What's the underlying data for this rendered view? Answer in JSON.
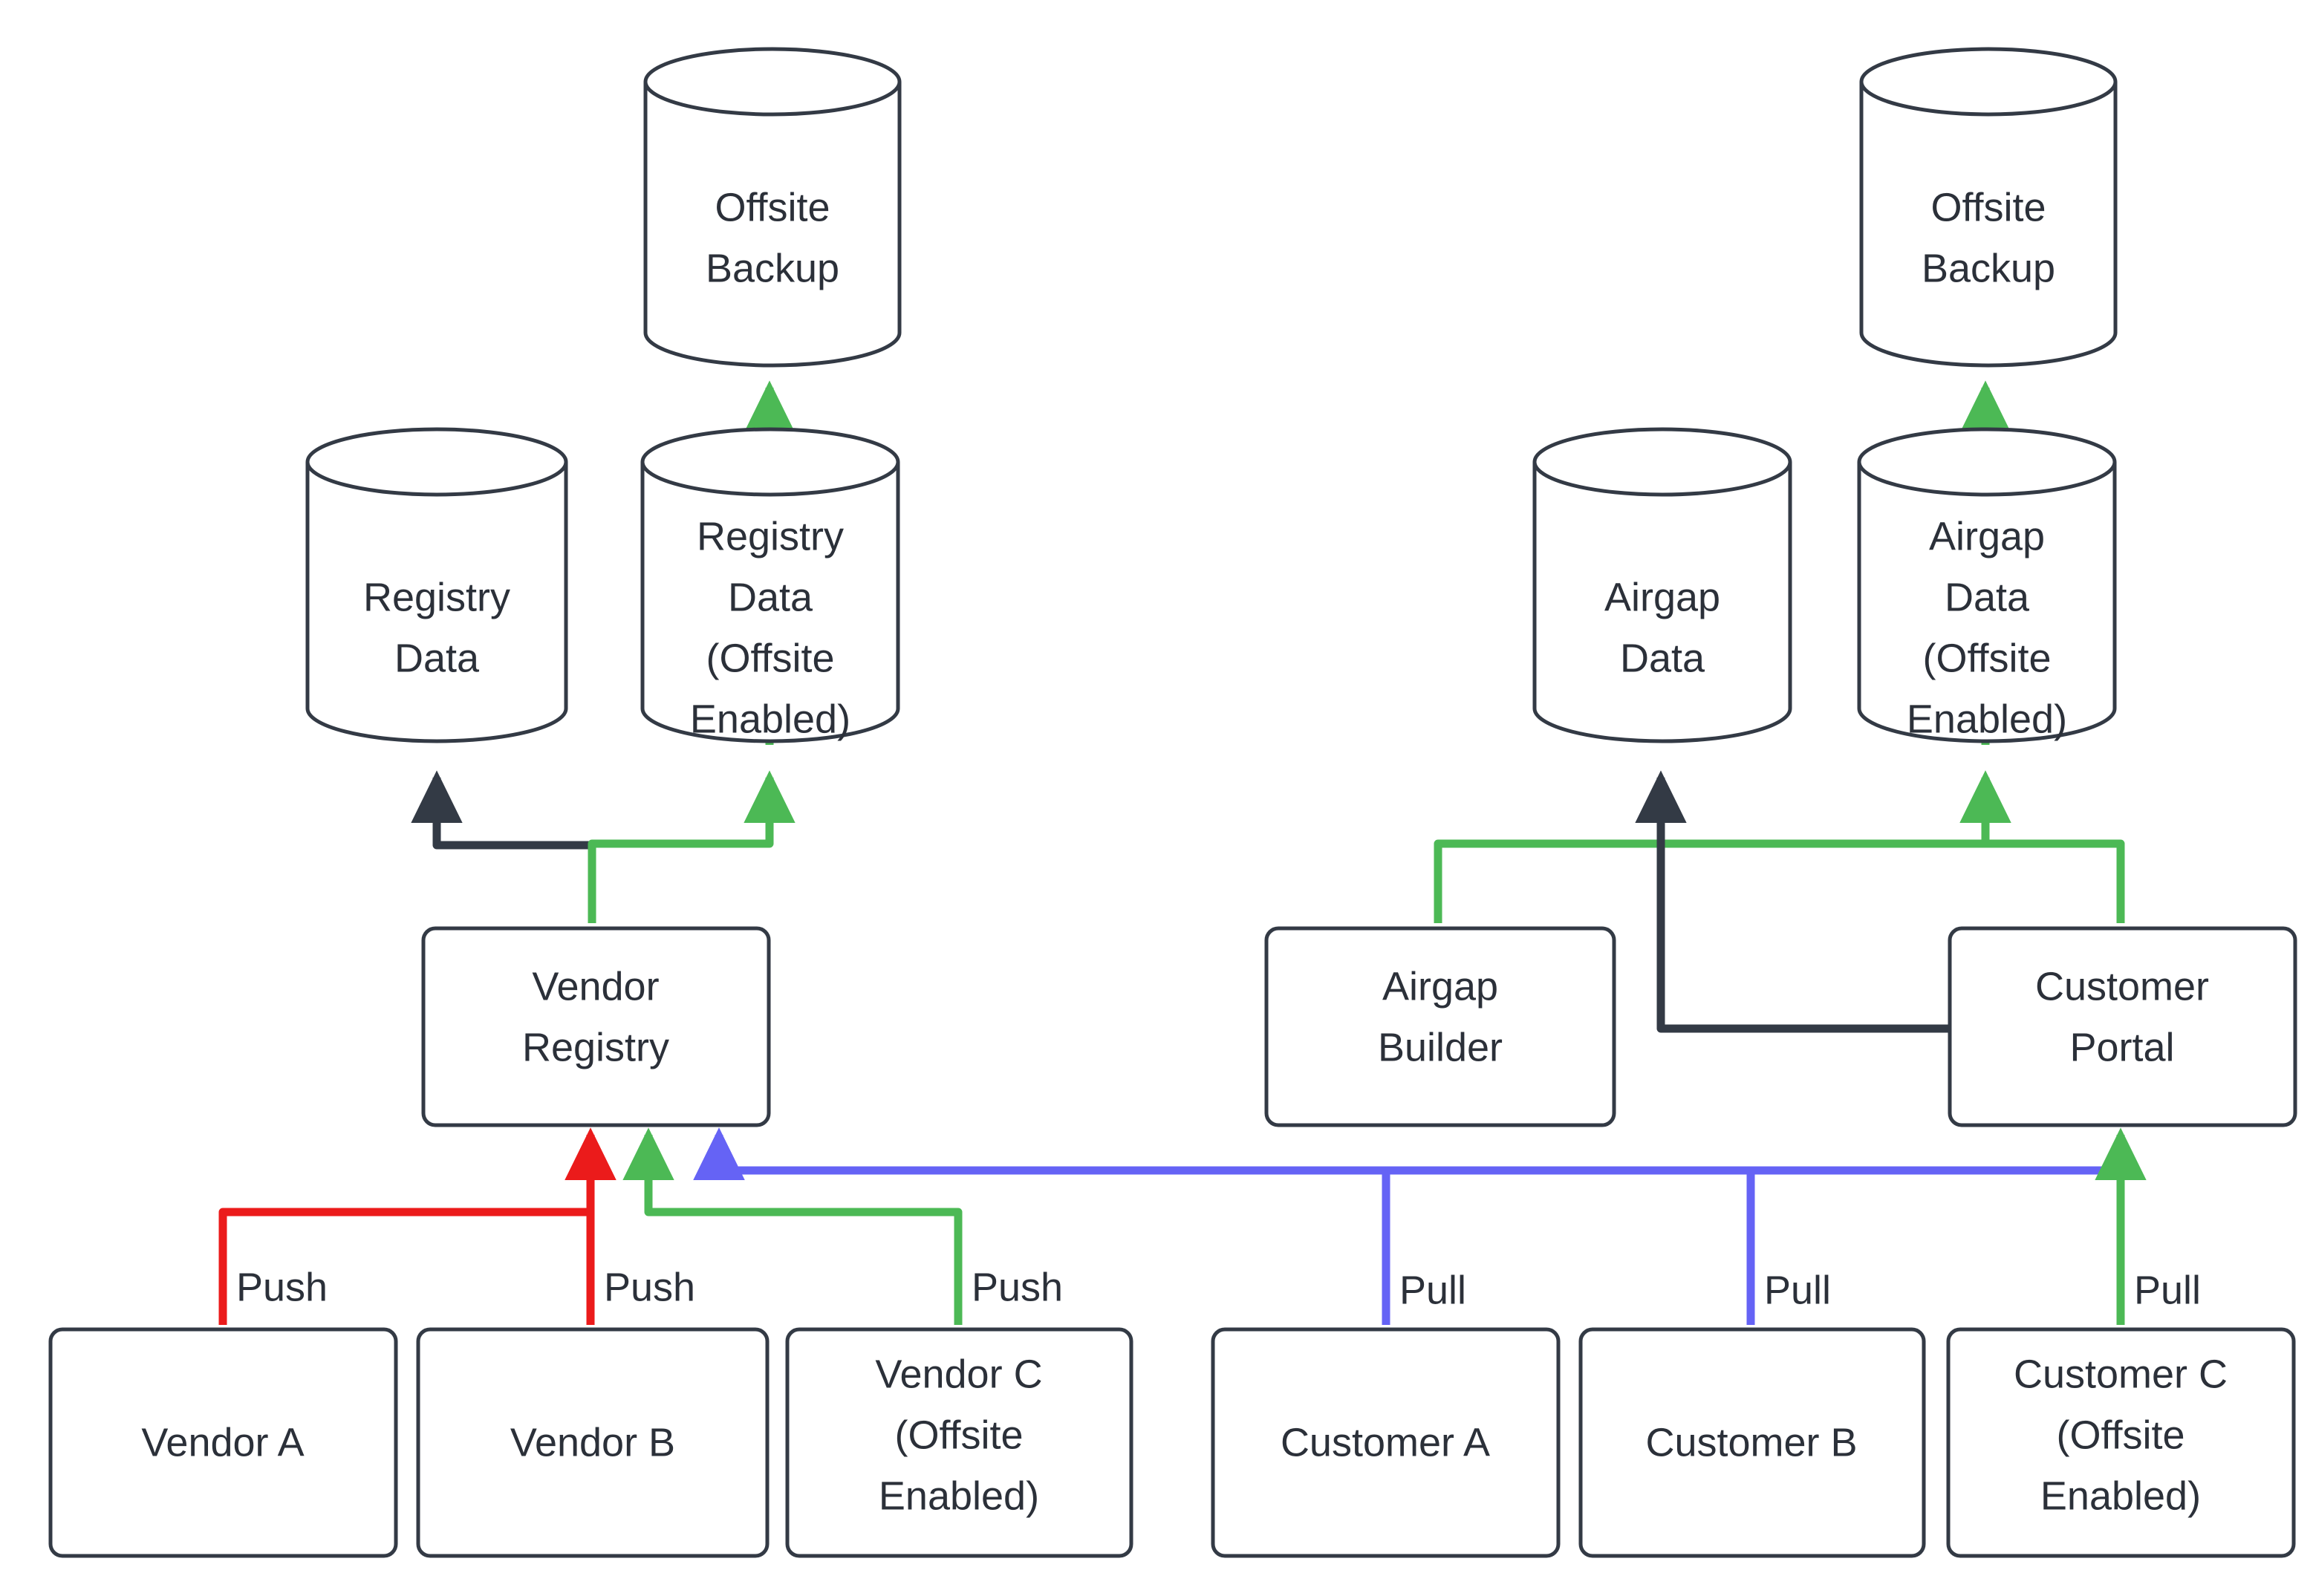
{
  "diagram": {
    "type": "flowchart",
    "title": "Vendor Registry and Customer Portal Offsite Backup Flow",
    "colors": {
      "stroke": "#333a45",
      "text": "#2b3039",
      "background": "#ffffff",
      "green": "#4cb955",
      "red": "#eb1b1b",
      "blue": "#6563f5",
      "dark": "#333a45"
    },
    "nodes": {
      "offsite_backup_left": {
        "label_line1": "Offsite",
        "label_line2": "Backup",
        "shape": "cylinder"
      },
      "offsite_backup_right": {
        "label_line1": "Offsite",
        "label_line2": "Backup",
        "shape": "cylinder"
      },
      "registry_data": {
        "label_line1": "Registry",
        "label_line2": "Data",
        "shape": "cylinder"
      },
      "registry_data_offsite": {
        "label_line1": "Registry",
        "label_line2": "Data",
        "label_line3": "(Offsite",
        "label_line4": "Enabled)",
        "shape": "cylinder"
      },
      "airgap_data": {
        "label_line1": "Airgap",
        "label_line2": "Data",
        "shape": "cylinder"
      },
      "airgap_data_offsite": {
        "label_line1": "Airgap",
        "label_line2": "Data",
        "label_line3": "(Offsite",
        "label_line4": "Enabled)",
        "shape": "cylinder"
      },
      "vendor_registry": {
        "label_line1": "Vendor",
        "label_line2": "Registry",
        "shape": "rounded-rect"
      },
      "airgap_builder": {
        "label_line1": "Airgap",
        "label_line2": "Builder",
        "shape": "rounded-rect"
      },
      "customer_portal": {
        "label_line1": "Customer",
        "label_line2": "Portal",
        "shape": "rounded-rect"
      },
      "vendor_a": {
        "label_line1": "Vendor A",
        "shape": "rounded-rect"
      },
      "vendor_b": {
        "label_line1": "Vendor B",
        "shape": "rounded-rect"
      },
      "vendor_c": {
        "label_line1": "Vendor C",
        "label_line2": "(Offsite",
        "label_line3": "Enabled)",
        "shape": "rounded-rect"
      },
      "customer_a": {
        "label_line1": "Customer A",
        "shape": "rounded-rect"
      },
      "customer_b": {
        "label_line1": "Customer B",
        "shape": "rounded-rect"
      },
      "customer_c": {
        "label_line1": "Customer C",
        "label_line2": "(Offsite",
        "label_line3": "Enabled)",
        "shape": "rounded-rect"
      }
    },
    "edge_labels": {
      "vendor_a_push": "Push",
      "vendor_b_push": "Push",
      "vendor_c_push": "Push",
      "customer_a_pull": "Pull",
      "customer_b_pull": "Pull",
      "customer_c_pull": "Pull"
    },
    "edges": [
      {
        "from": "registry_data_offsite",
        "to": "offsite_backup_left",
        "color": "green",
        "label": ""
      },
      {
        "from": "vendor_registry",
        "to": "registry_data",
        "color": "dark",
        "label": ""
      },
      {
        "from": "vendor_registry",
        "to": "registry_data_offsite",
        "color": "green",
        "label": ""
      },
      {
        "from": "vendor_a",
        "to": "vendor_registry",
        "color": "red",
        "label": "Push"
      },
      {
        "from": "vendor_b",
        "to": "vendor_registry",
        "color": "red",
        "label": "Push"
      },
      {
        "from": "vendor_c",
        "to": "vendor_registry",
        "color": "green",
        "label": "Push"
      },
      {
        "from": "airgap_data_offsite",
        "to": "offsite_backup_right",
        "color": "green",
        "label": ""
      },
      {
        "from": "airgap_builder",
        "to": "airgap_data_offsite",
        "color": "green",
        "label": ""
      },
      {
        "from": "customer_portal",
        "to": "airgap_data_offsite",
        "color": "green",
        "label": ""
      },
      {
        "from": "customer_portal",
        "to": "airgap_data",
        "color": "dark",
        "label": ""
      },
      {
        "from": "customer_a",
        "to": "vendor_registry",
        "color": "blue",
        "label": "Pull"
      },
      {
        "from": "customer_b",
        "to": "vendor_registry",
        "color": "blue",
        "label": "Pull"
      },
      {
        "from": "customer_c",
        "to": "customer_portal",
        "color": "green",
        "label": "Pull"
      },
      {
        "from": "customer_c",
        "to": "vendor_registry",
        "color": "blue",
        "label": ""
      }
    ]
  }
}
